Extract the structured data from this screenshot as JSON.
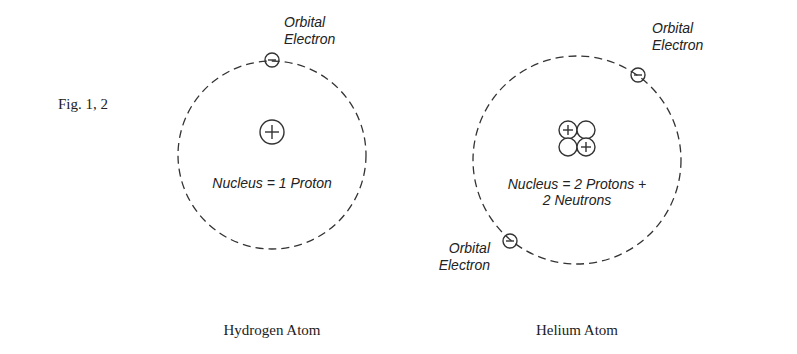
{
  "diagram": {
    "nodes": [
      {
        "text": [
          "Nucleus = 1 Proton"
        ]
      },
      {
        "text": [
          "Nucleus = 2 Protons + 2 Neutrons"
        ]
      }
    ],
    "labels": [
      "Fig. 1, 2",
      "Orbital Electron",
      "Orbital Electron",
      "Orbital Electron",
      "Hydrogen Atom",
      "Helium Atom"
    ]
  }
}
